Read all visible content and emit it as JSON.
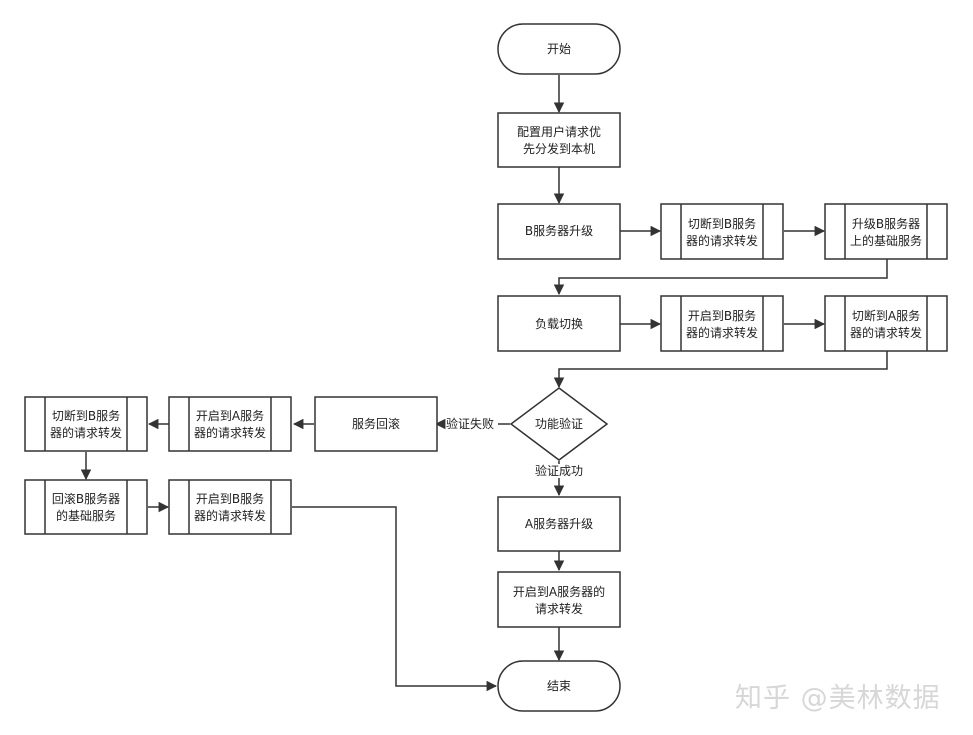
{
  "nodes": {
    "start": {
      "lines": [
        "开始"
      ]
    },
    "config": {
      "lines": [
        "配置用户请求优",
        "先分发到本机"
      ]
    },
    "b_upgrade": {
      "lines": [
        "B服务器升级"
      ]
    },
    "cut_b_1": {
      "lines": [
        "切断到B服务",
        "器的请求转发"
      ]
    },
    "upgrade_b_base": {
      "lines": [
        "升级B服务器",
        "上的基础服务"
      ]
    },
    "load_switch": {
      "lines": [
        "负载切换"
      ]
    },
    "open_b": {
      "lines": [
        "开启到B服务",
        "器的请求转发"
      ]
    },
    "cut_a": {
      "lines": [
        "切断到A服务",
        "器的请求转发"
      ]
    },
    "verify": {
      "lines": [
        "功能验证"
      ]
    },
    "rollback": {
      "lines": [
        "服务回滚"
      ]
    },
    "open_a_1": {
      "lines": [
        "开启到A服务",
        "器的请求转发"
      ]
    },
    "cut_b_2": {
      "lines": [
        "切断到B服务",
        "器的请求转发"
      ]
    },
    "rollback_b_base": {
      "lines": [
        "回滚B服务器",
        "的基础服务"
      ]
    },
    "open_b_2": {
      "lines": [
        "开启到B服务",
        "器的请求转发"
      ]
    },
    "a_upgrade": {
      "lines": [
        "A服务器升级"
      ]
    },
    "open_a_2": {
      "lines": [
        "开启到A服务器的",
        "请求转发"
      ]
    },
    "end": {
      "lines": [
        "结束"
      ]
    }
  },
  "edge_labels": {
    "fail": "验证失败",
    "success": "验证成功"
  },
  "watermark": "知乎 @美林数据"
}
